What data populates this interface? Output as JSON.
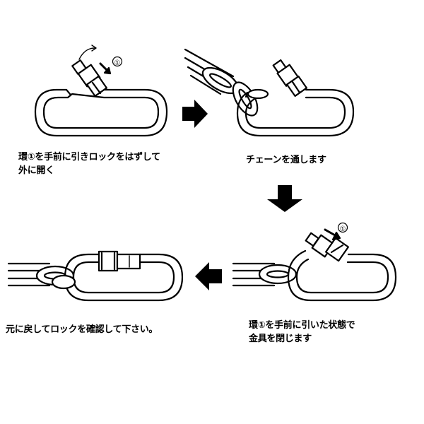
{
  "steps": [
    {
      "lines": [
        "環①を手前に引きロックをはずして",
        "外に開く"
      ]
    },
    {
      "lines": [
        "チェーンを通します"
      ]
    },
    {
      "lines": [
        "環①を手前に引いた状態で",
        "金具を閉じます"
      ]
    },
    {
      "lines": [
        "元に戻してロックを確認して下さい。"
      ]
    }
  ],
  "markers": {
    "ring_label": "①"
  }
}
